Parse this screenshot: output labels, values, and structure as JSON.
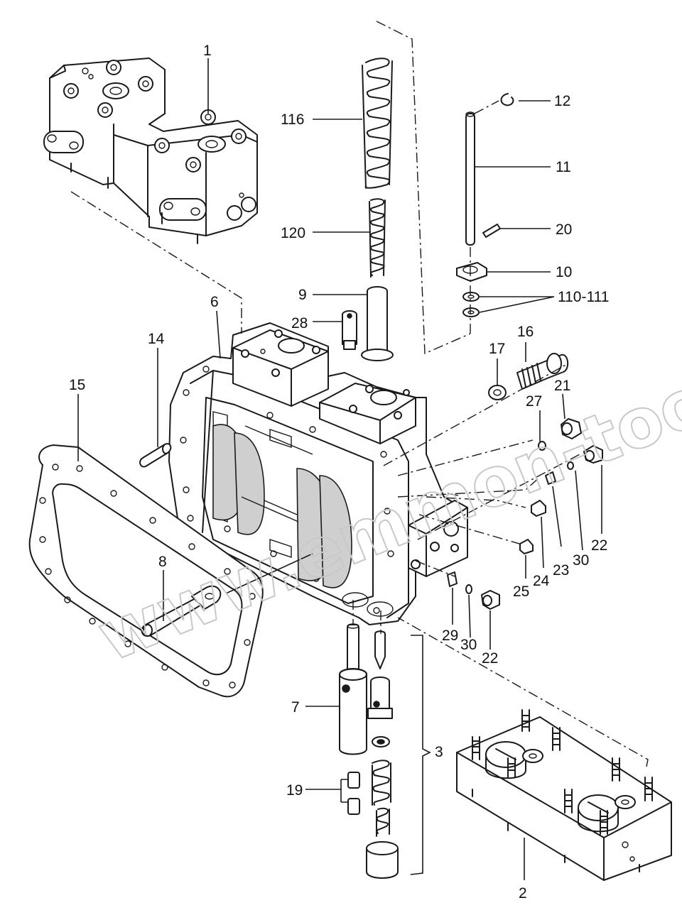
{
  "watermark": "www.emmon-too.kz",
  "labels": {
    "l1": "1",
    "l2": "2",
    "l3": "3",
    "l6": "6",
    "l7": "7",
    "l8": "8",
    "l9": "9",
    "l10": "10",
    "l11": "11",
    "l12": "12",
    "l14": "14",
    "l15": "15",
    "l16": "16",
    "l17": "17",
    "l19": "19",
    "l20": "20",
    "l21": "21",
    "l22a": "22",
    "l22b": "22",
    "l23": "23",
    "l24": "24",
    "l25": "25",
    "l27": "27",
    "l28": "28",
    "l29": "29",
    "l30a": "30",
    "l30b": "30",
    "l110": "110-111",
    "l116": "116",
    "l120": "120"
  },
  "colors": {
    "line": "#1a1a1a",
    "watermark": "#c8c8c8",
    "background": "#ffffff"
  }
}
